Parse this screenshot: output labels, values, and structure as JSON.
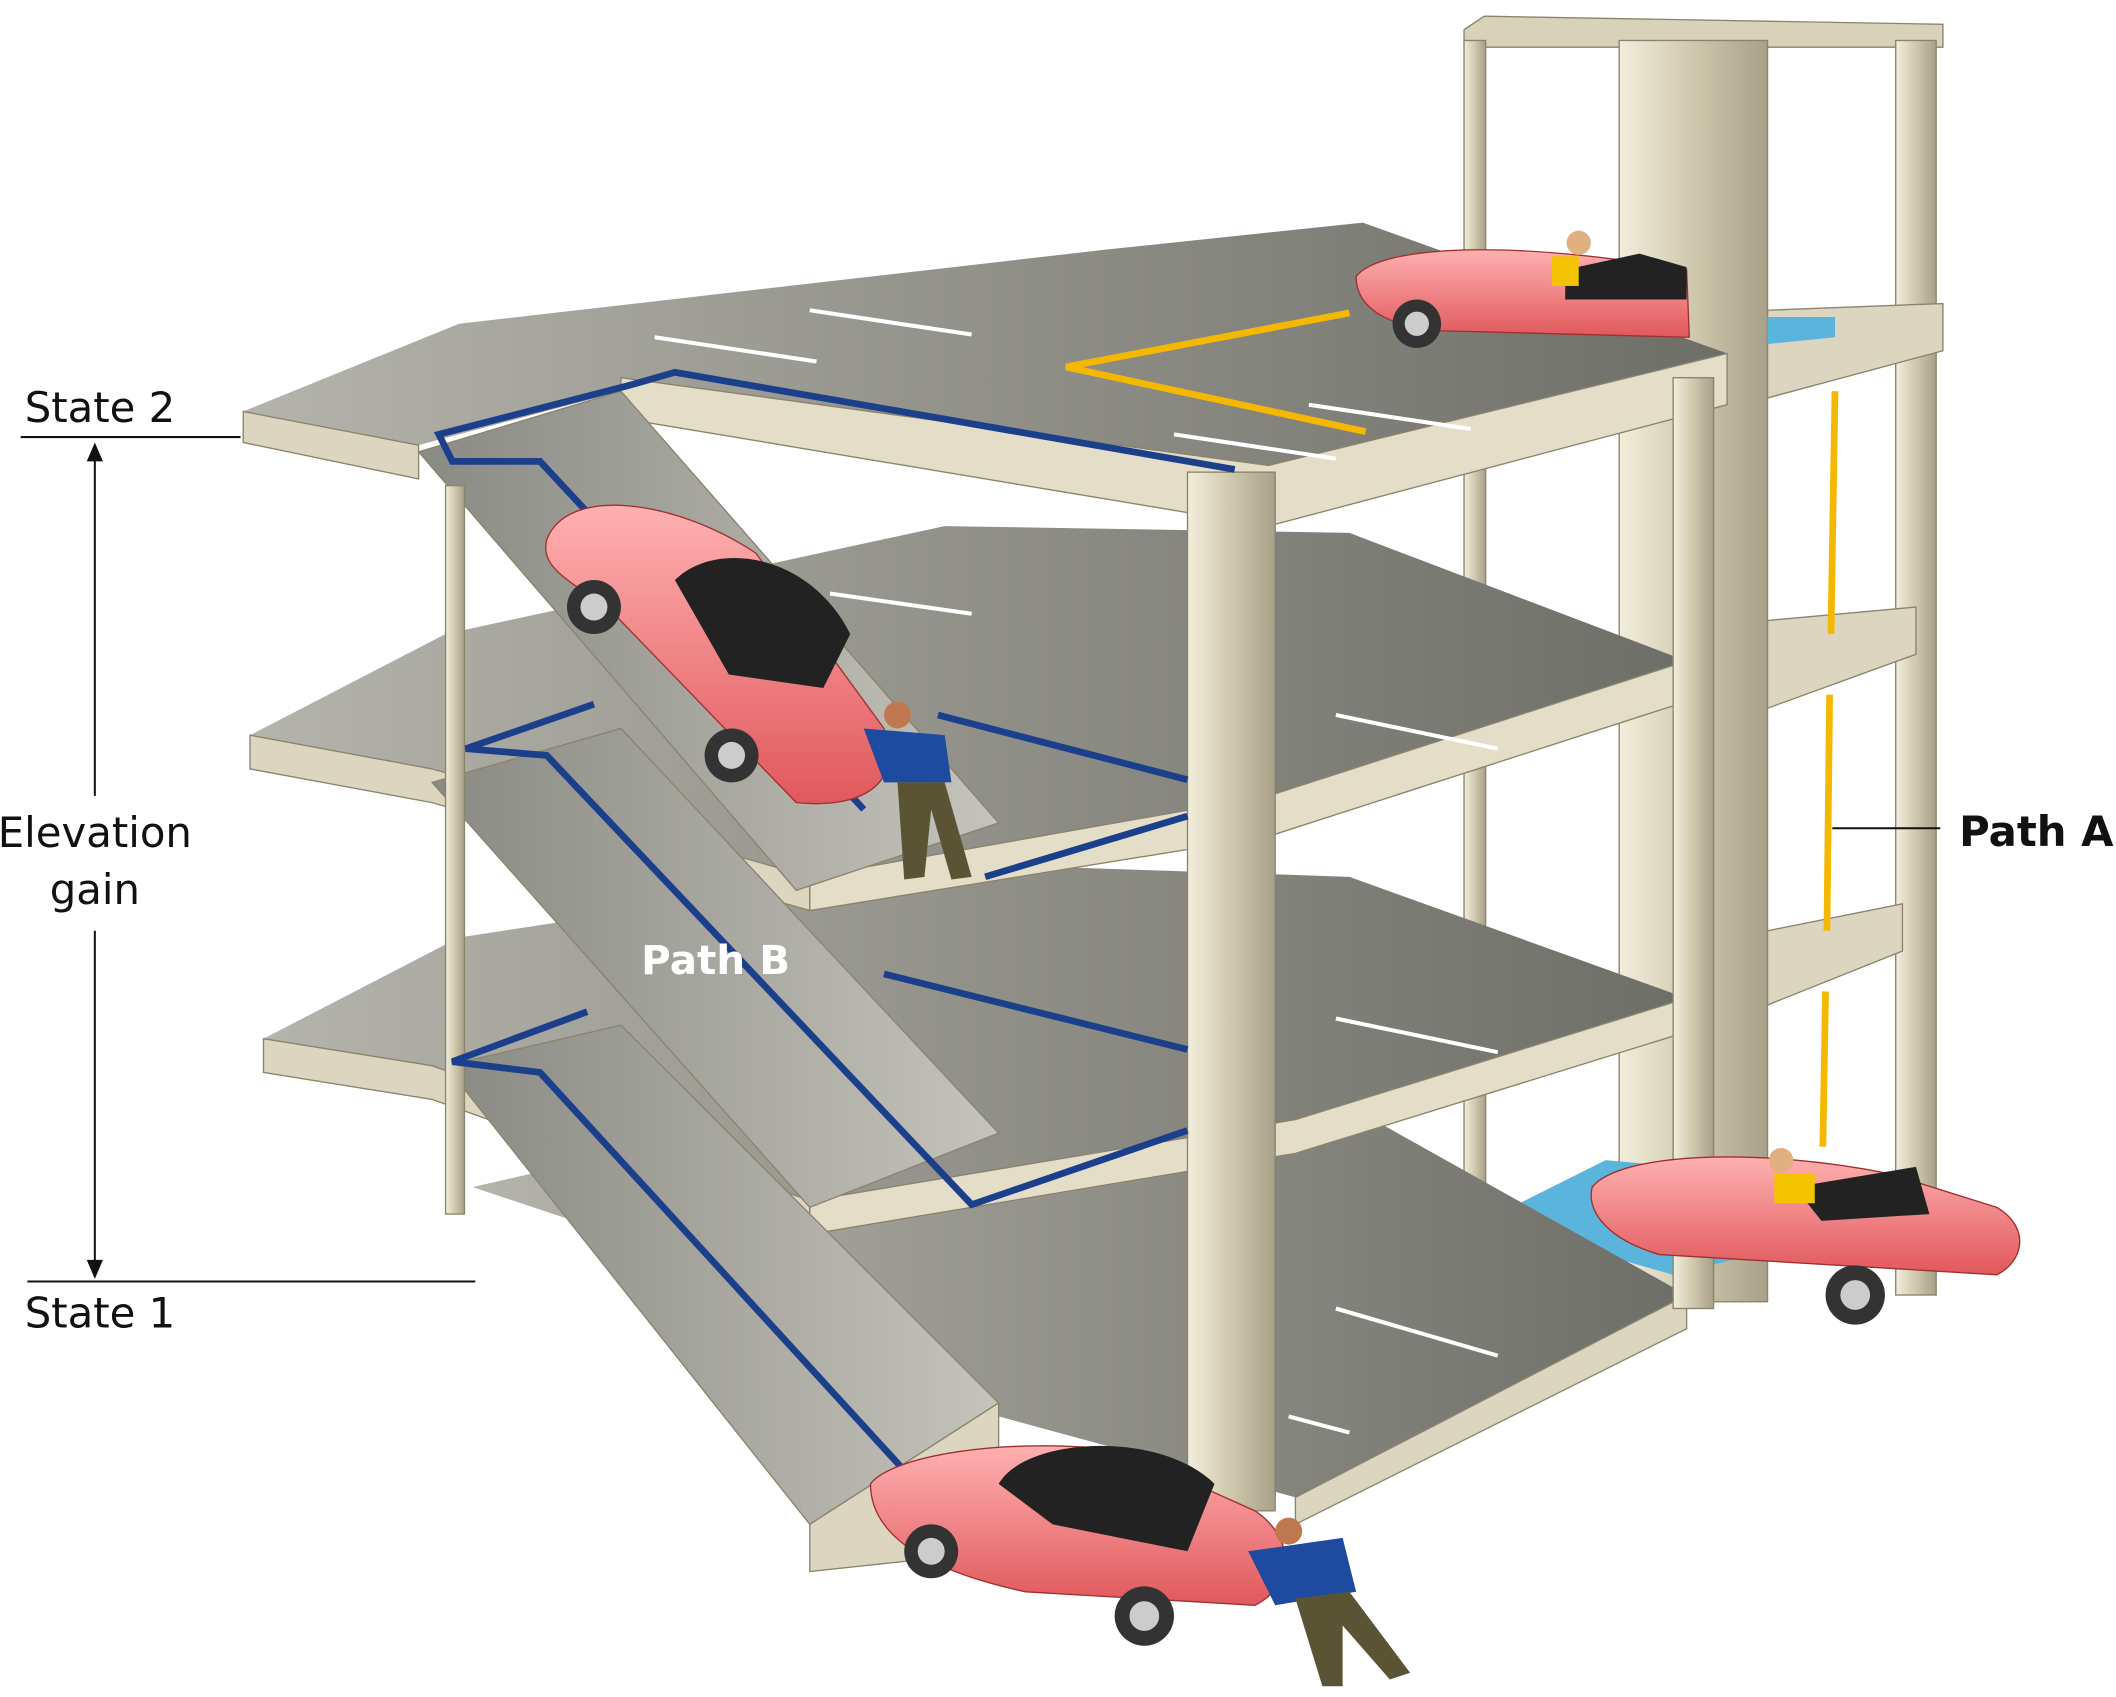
{
  "labels": {
    "state2": "State 2",
    "state1": "State 1",
    "elevation_line1": "Elevation",
    "elevation_line2": "gain",
    "path_a": "Path A",
    "path_b": "Path B"
  },
  "colors": {
    "deck_top": "#9a9a94",
    "deck_edge": "#dcd6c0",
    "pillar": "#e2dcc6",
    "path_b_line": "#1c3f8c",
    "path_a_line": "#f5b800",
    "car": "#f08080",
    "elevator_platform": "#5ab4dc"
  }
}
